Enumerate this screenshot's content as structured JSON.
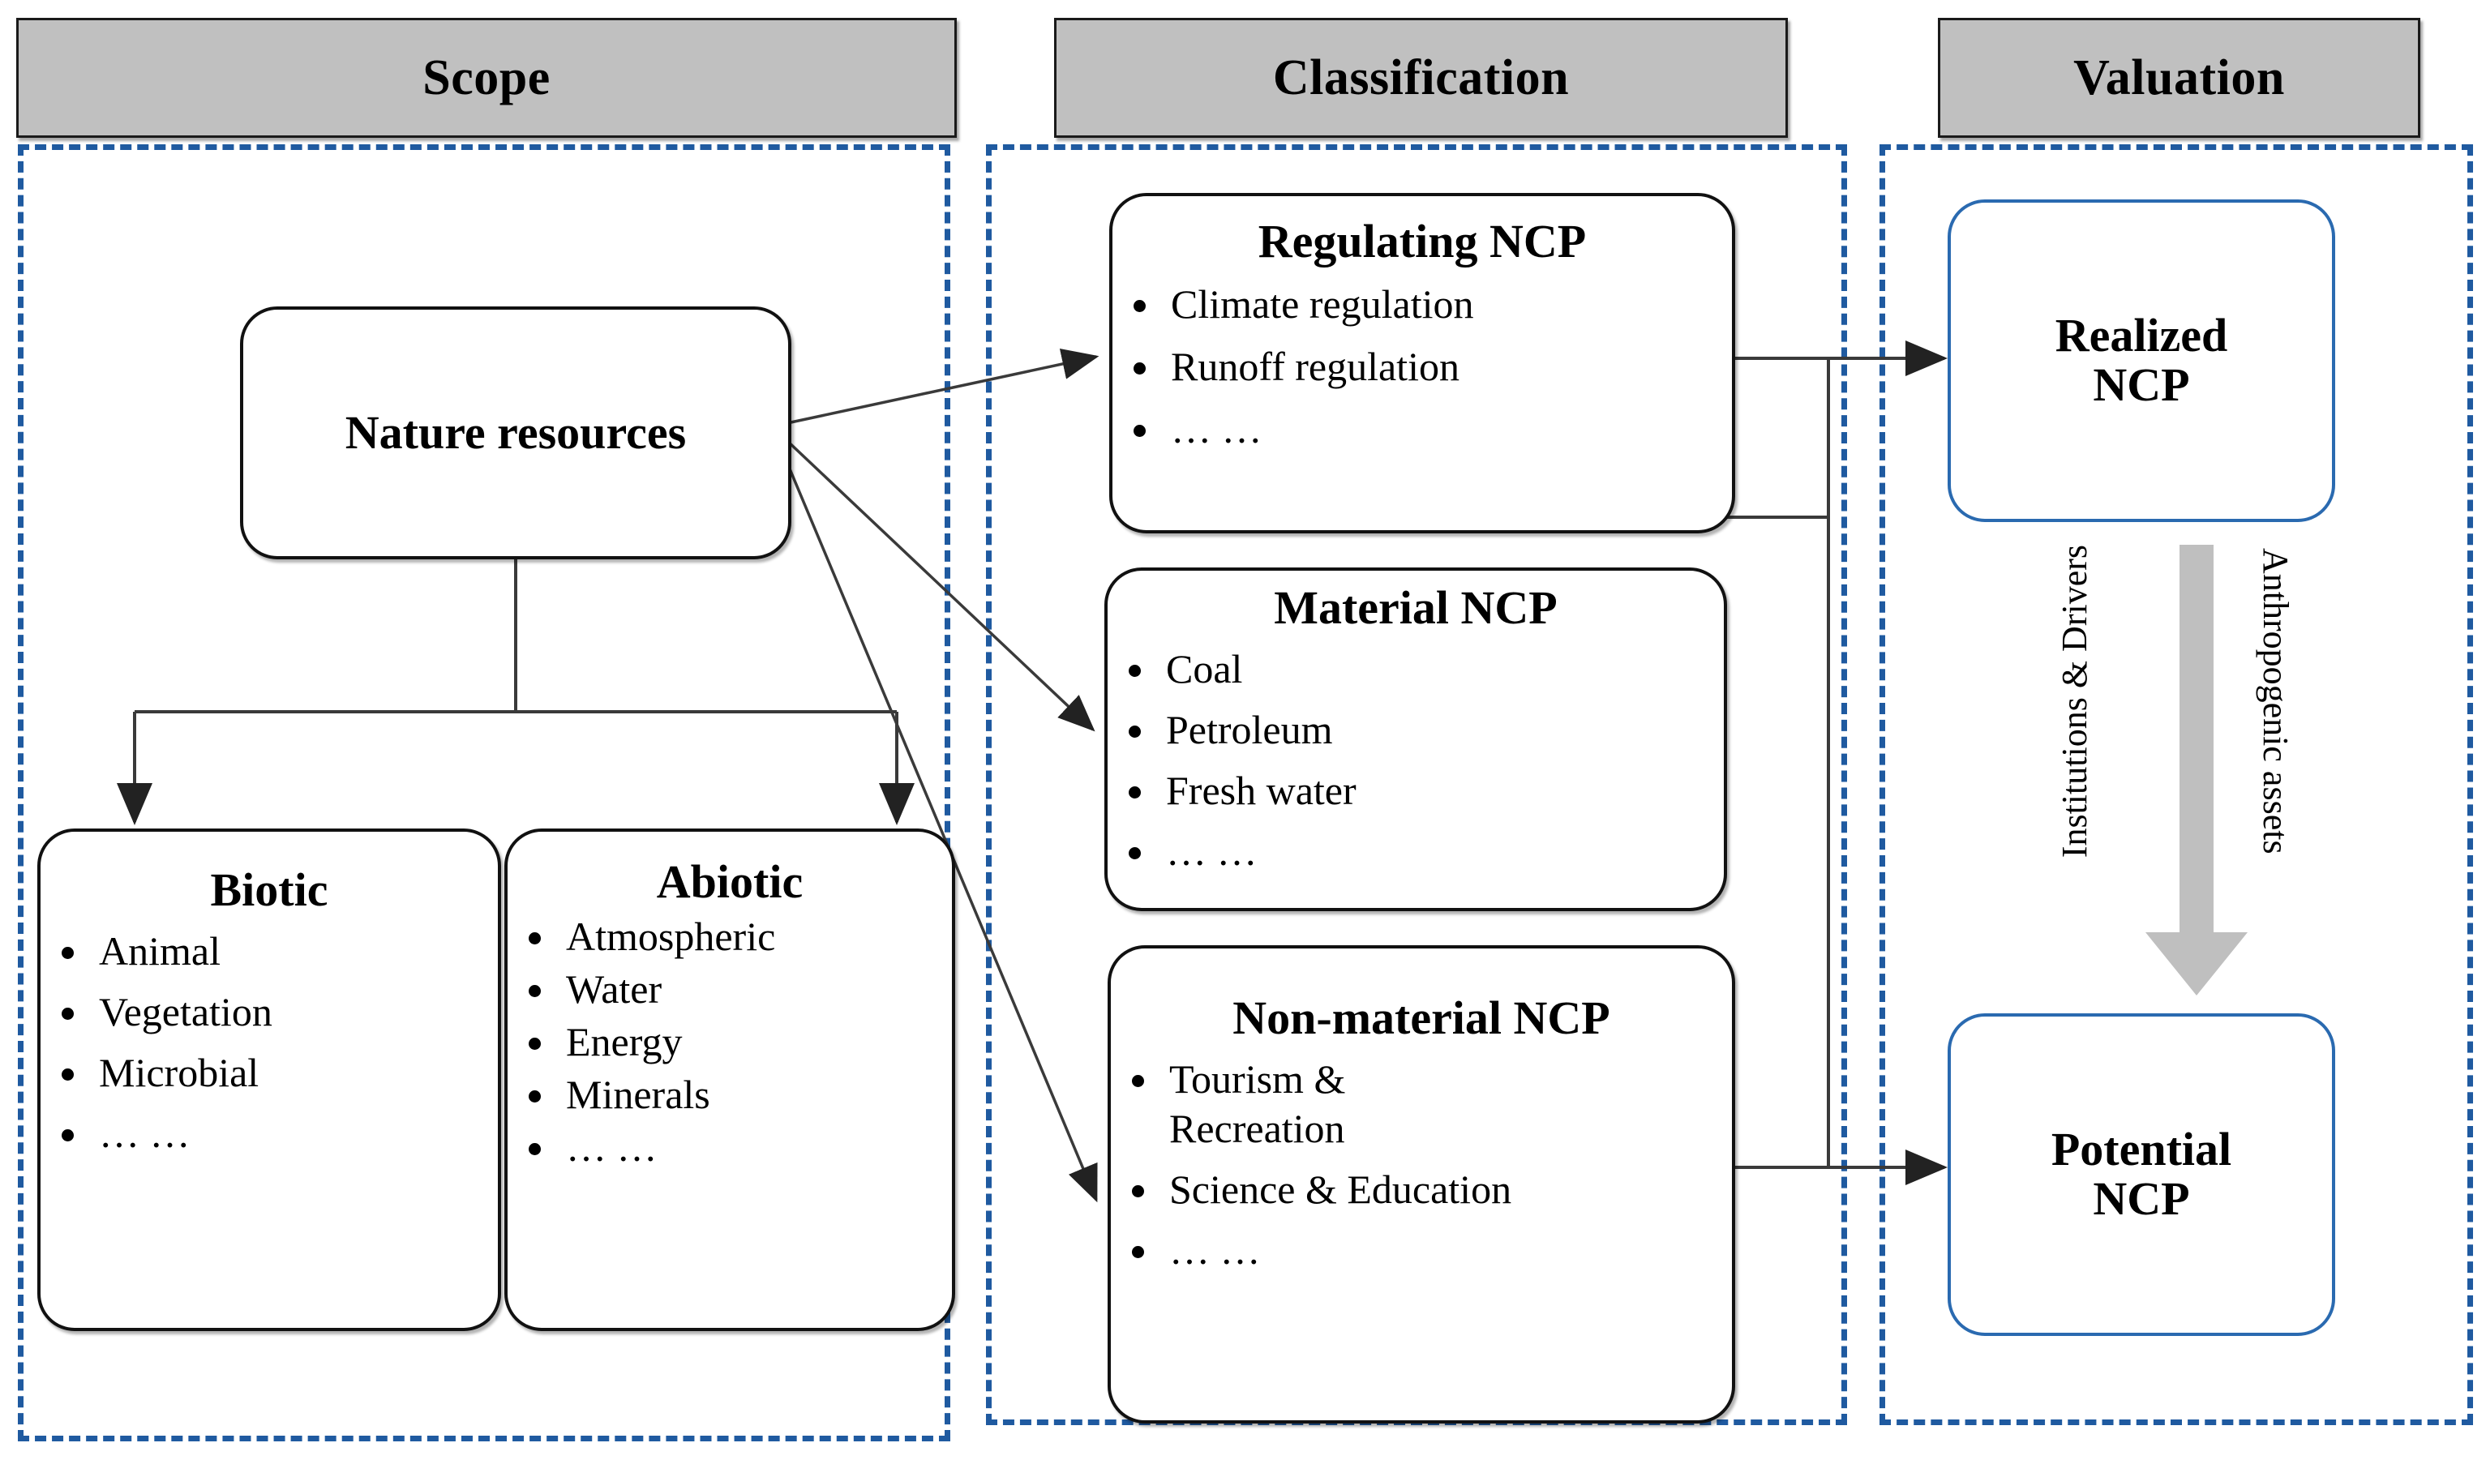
{
  "columns": [
    {
      "id": "scope",
      "header": "Scope"
    },
    {
      "id": "classification",
      "header": "Classification"
    },
    {
      "id": "valuation",
      "header": "Valuation"
    }
  ],
  "scope": {
    "root": {
      "title": "Nature resources"
    },
    "biotic": {
      "title": "Biotic",
      "items": [
        "Animal",
        "Vegetation",
        "Microbial",
        "… …"
      ]
    },
    "abiotic": {
      "title": "Abiotic",
      "items": [
        "Atmospheric",
        "Water",
        "Energy",
        "Minerals",
        "… …"
      ]
    }
  },
  "classification": {
    "regulating": {
      "title": "Regulating NCP",
      "items": [
        "Climate regulation",
        "Runoff regulation",
        "… …"
      ]
    },
    "material": {
      "title": "Material NCP",
      "items": [
        "Coal",
        "Petroleum",
        "Fresh water",
        "… …"
      ]
    },
    "nonmaterial": {
      "title": "Non-material NCP",
      "items": [
        "Tourism & Recreation",
        "Science & Education",
        "… …"
      ]
    }
  },
  "valuation": {
    "realized": {
      "title": "Realized NCP"
    },
    "potential": {
      "title": "Potential NCP"
    },
    "left_axis_label": "Institutions & Drivers",
    "right_axis_label": "Anthropogenic assets"
  },
  "colors": {
    "panel_border": "#1f5aa0",
    "header_fill": "#c0c0c0",
    "node_border": "#111111",
    "valuation_node_border": "#2a6ab0",
    "connector": "#3a3a3a",
    "big_arrow": "#bfbfbf"
  }
}
